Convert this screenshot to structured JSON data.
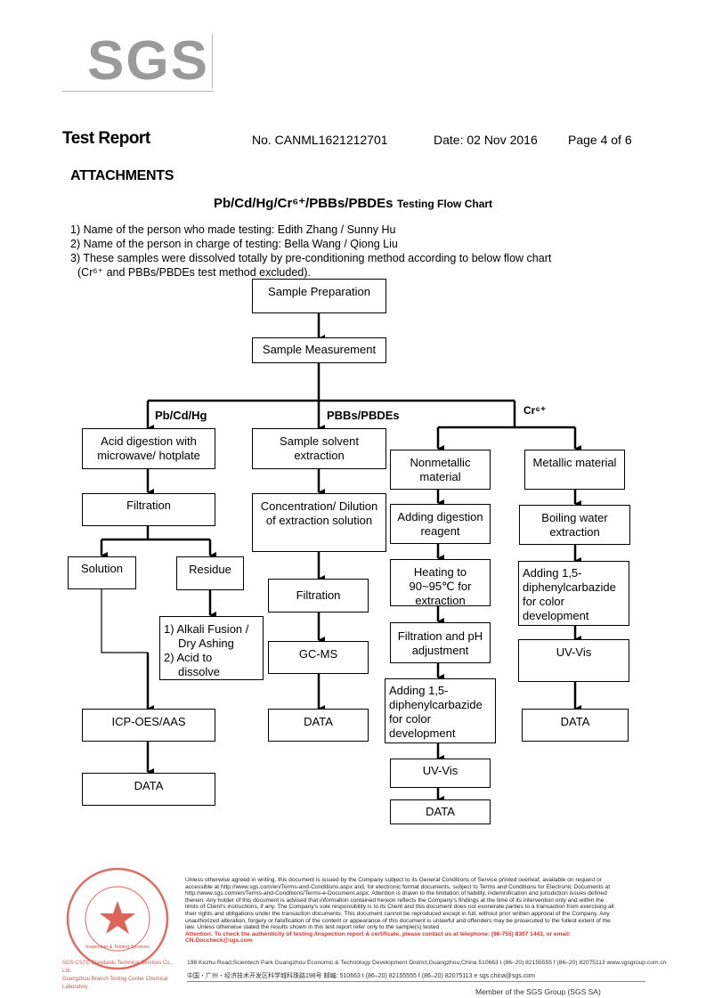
{
  "logo": {
    "text": "SGS"
  },
  "header": {
    "title": "Test Report",
    "report_no": "No. CANML1621212701",
    "date": "Date: 02 Nov 2016",
    "page": "Page 4 of 6"
  },
  "attachments": "ATTACHMENTS",
  "flow_title": {
    "main": "Pb/Cd/Hg/Cr⁶⁺/PBBs/PBDEs",
    "suffix": "Testing Flow Chart"
  },
  "notes": [
    "1) Name of the person who made testing: Edith Zhang / Sunny Hu",
    "2) Name of the person in charge of testing: Bella Wang / Qiong Liu",
    "3) These samples were dissolved totally by pre-conditioning method according to below flow chart",
    "(Cr⁶⁺ and PBBs/PBDEs test method excluded)."
  ],
  "flow": {
    "sample_preparation": "Sample Preparation",
    "sample_measurement": "Sample Measurement",
    "branch_pb": "Pb/Cd/Hg",
    "branch_pbb": "PBBs/PBDEs",
    "branch_cr": "Cr⁶⁺",
    "acid_digestion": "Acid digestion with microwave/ hotplate",
    "filtration1": "Filtration",
    "solution": "Solution",
    "residue": "Residue",
    "alkali_1": "1) Alkali Fusion /",
    "alkali_2": "Dry Ashing",
    "alkali_3": "2) Acid to",
    "alkali_4": "dissolve",
    "icp": "ICP-OES/AAS",
    "data1": "DATA",
    "solvent": "Sample solvent extraction",
    "concentration": "Concentration/ Dilution of extraction solution",
    "filtration2": "Filtration",
    "gcms": "GC-MS",
    "data2": "DATA",
    "nonmetallic": "Nonmetallic material",
    "digestion_reagent": "Adding digestion reagent",
    "heating": "Heating to 90~95℃ for extraction",
    "filtration_ph": "Filtration and pH adjustment",
    "adding_dpc_nm": "Adding 1,5-diphenylcarbazide for color development",
    "uvvis_nm": "UV-Vis",
    "data_nm": "DATA",
    "metallic": "Metallic material",
    "boiling": "Boiling water extraction",
    "adding_dpc_m": "Adding 1,5-diphenylcarbazide for color development",
    "uvvis_m": "UV-Vis",
    "data_m": "DATA"
  },
  "footer": {
    "terms": "Unless otherwise agreed in writing, this document is issued by the Company subject to its General Conditions of Service printed overleaf, available on request or accessible at http://www.sgs.com/en/Terms-and-Conditions.aspx and, for electronic format documents, subject to Terms and Conditions for Electronic Documents at http://www.sgs.com/en/Terms-and-Conditions/Terms-e-Document.aspx. Attention is drawn to the limitation of liability, indemnification and jurisdiction issues defined therein. Any holder of this document is advised that information contained hereon reflects the Company's findings at the time of its intervention only and within the limits of Client's instructions, if any. The Company's sole responsibility is to its Client and this document does not exonerate parties to a transaction from exercising all their rights and obligations under the transaction documents. This document cannot be reproduced except in full, without prior written approval of the Company. Any unauthorized alteration, forgery or falsification of the content or appearance of this document is unlawful and offenders may be prosecuted to the fullest extent of the law. Unless otherwise stated the results shown in this test report refer only to the sample(s) tested .",
    "attention": "Attention: To check the authenticity of testing /inspection report & certificate, please contact us at telephone: (86-755) 8307 1443, or email: CN.Doccheck@sgs.com",
    "lab_name1": "SGS-CSTC Standards Technical Services Co., Ltd.",
    "lab_name2": "Guangzhou Branch Testing Center Chemical Laboratory",
    "address_en": "198 Kezhu Road,Scientech Park Guangzhou Economic & Technology Development District,Guangzhou,China  510663   t (86–20) 82155555   f (86–20) 82075113   www.sgsgroup.com.cn",
    "address_cn": "中国・广州・经济技术开发区科学城科珠路198号          邮编: 510663   t (86–20) 82155555   f (86–20) 82075113   e sgs.china@sgs.com",
    "member": "Member of the SGS Group (SGS SA)",
    "stamp_label": "Inspection & Testing Services"
  }
}
